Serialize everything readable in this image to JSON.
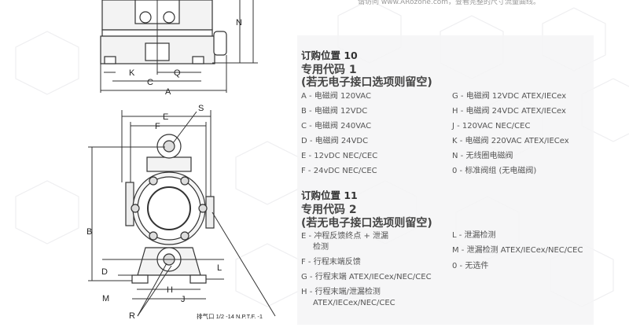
{
  "top_note": "请访问 www.ARozone.com，查看完整的尺寸流量曲线。",
  "diagram": {
    "top_labels": {
      "K": "K",
      "C": "C",
      "Q": "Q",
      "A": "A",
      "N": "N"
    },
    "bottom_labels": {
      "E": "E",
      "F": "F",
      "S": "S",
      "B": "B",
      "D": "D",
      "M": "M",
      "L": "L",
      "H": "H",
      "J": "J",
      "R": "R"
    },
    "exhaust_label": "排气口 1/2 -14 N.P.T.F. -1"
  },
  "section10": {
    "heading": "订购位置 10",
    "subheading": "专用代码 1",
    "note": "(若无电子接口选项则留空)",
    "left_items": [
      "A - 电磁阀 120VAC",
      "B - 电磁阀 12VDC",
      "C - 电磁阀 240VAC",
      "D - 电磁阀 24VDC",
      "E - 12vDC NEC/CEC",
      "F - 24vDC NEC/CEC"
    ],
    "right_items": [
      "G - 电磁阀 12VDC ATEX/IECex",
      "H - 电磁阀 24VDC ATEX/IECex",
      "J - 120VAC NEC/CEC",
      "K - 电磁阀 220VAC ATEX/IECex",
      "N - 无线圈电磁阀",
      "0 - 标准阀组 (无电磁阀)"
    ]
  },
  "section11": {
    "heading": "订购位置 11",
    "subheading": "专用代码 2",
    "note": "(若无电子接口选项则留空)",
    "left_items": [
      {
        "line1": "E - 冲程反馈终点 + 泄漏",
        "line2": "检测"
      },
      {
        "line1": "F - 行程末端反馈",
        "line2": ""
      },
      {
        "line1": "G - 行程末端 ATEX/IECex/NEC/CEC",
        "line2": ""
      },
      {
        "line1": "H - 行程末端/泄漏检测",
        "line2": "ATEX/IECex/NEC/CEC"
      }
    ],
    "right_items": [
      "L - 泄漏检测",
      "M - 泄漏检测 ATEX/IECex/NEC/CEC",
      "0 - 无选件"
    ]
  }
}
